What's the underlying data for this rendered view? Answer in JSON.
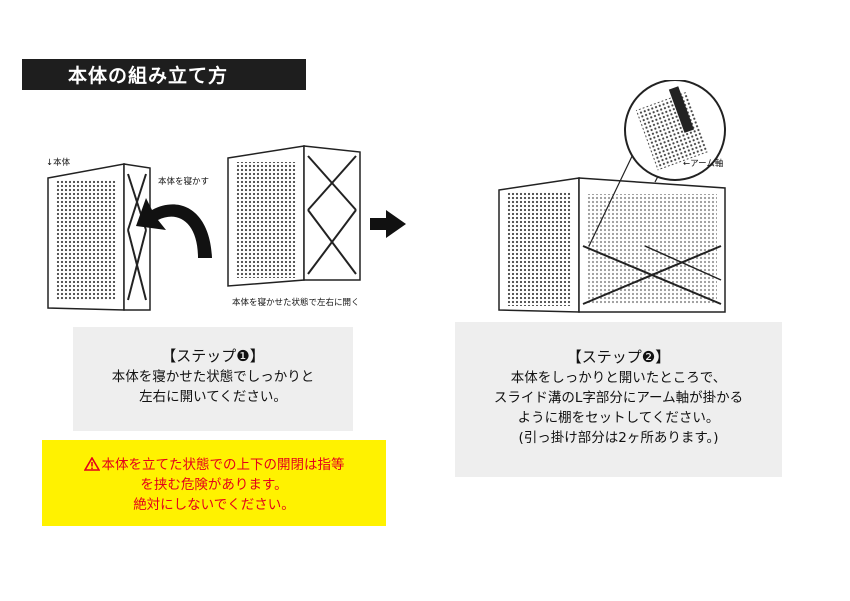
{
  "header": {
    "title": "本体の組み立て方"
  },
  "figure_left": {
    "arrow_label": "↓本体",
    "tilt_label": "本体を寝かす",
    "open_label": "本体を寝かせた状態で左右に開く"
  },
  "figure_right": {
    "callout_label": "←アーム軸"
  },
  "step1": {
    "heading": "【ステップ❶】",
    "lines": [
      "本体を寝かせた状態でしっかりと",
      "左右に開いてください。"
    ]
  },
  "step2": {
    "heading": "【ステップ❷】",
    "lines": [
      "本体をしっかりと開いたところで、",
      "スライド溝のL字部分にアーム軸が掛かる",
      "ように棚をセットしてください。",
      "(引っ掛け部分は2ヶ所あります。)"
    ]
  },
  "warning": {
    "lines": [
      "本体を立てた状態での上下の開閉は指等",
      "を挟む危険があります。",
      "絶対にしないでください。"
    ]
  },
  "colors": {
    "title_bg": "#1e1e1e",
    "warning_bg": "#fff200",
    "warning_text": "#e4001b",
    "box_bg": "#eeeeee"
  }
}
